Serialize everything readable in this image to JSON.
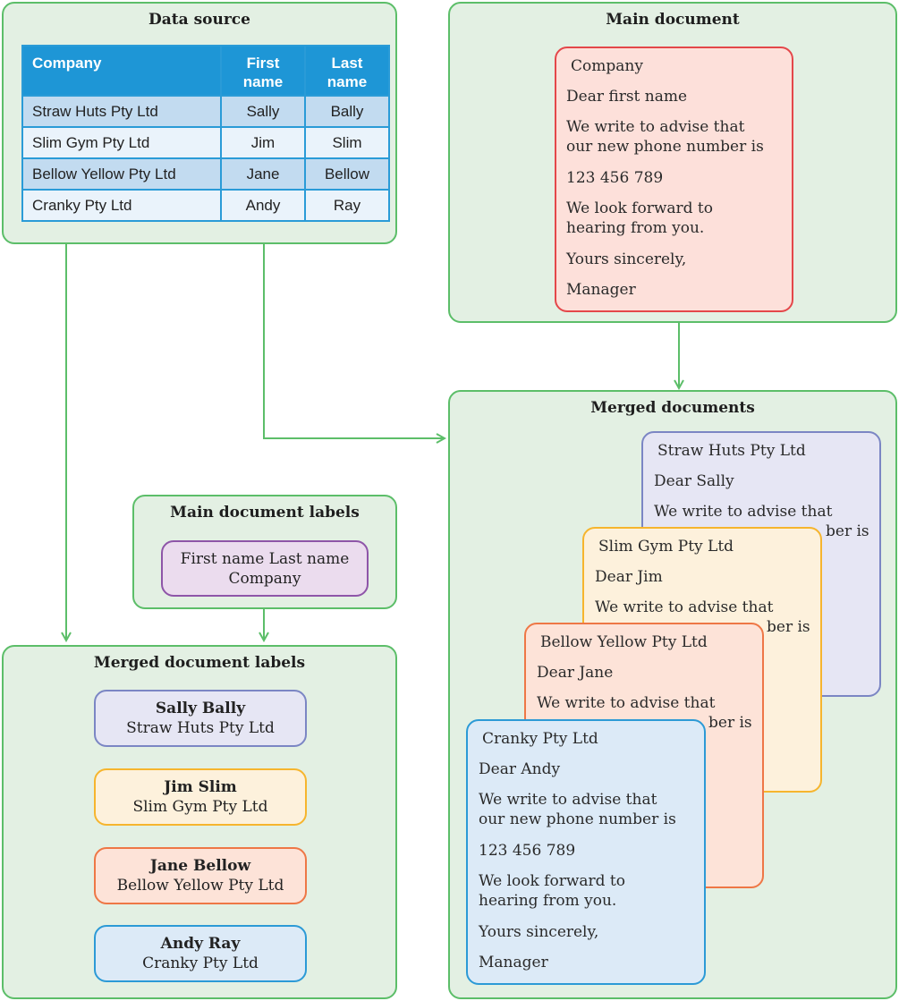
{
  "data_source": {
    "title": "Data source",
    "headers": [
      "Company",
      "First name",
      "Last name"
    ],
    "header_lines": [
      [
        "Company"
      ],
      [
        "First",
        "name"
      ],
      [
        "Last",
        "name"
      ]
    ],
    "rows": [
      [
        "Straw Huts Pty Ltd",
        "Sally",
        "Bally"
      ],
      [
        "Slim Gym Pty Ltd",
        "Jim",
        "Slim"
      ],
      [
        "Bellow Yellow Pty Ltd",
        "Jane",
        "Bellow"
      ],
      [
        "Cranky Pty Ltd",
        "Andy",
        "Ray"
      ]
    ]
  },
  "main_document": {
    "title": "Main document",
    "lines": [
      "Company",
      "Dear first name",
      "We write to advise that",
      "our new phone number is",
      "123 456 789",
      "We look forward to",
      "hearing from you.",
      "Yours sincerely,",
      "Manager"
    ]
  },
  "merged_documents": {
    "title": "Merged documents",
    "letters": [
      {
        "company": "Straw Huts Pty Ltd",
        "greeting": "Dear Sally",
        "body1": "We write to advise that",
        "body2_fragment": "ber is",
        "color": "#7b86c4",
        "bg": "#e6e6f4"
      },
      {
        "company": "Slim Gym Pty Ltd",
        "greeting": "Dear Jim",
        "body1": "We write to advise that",
        "body2_fragment": "ber is",
        "color": "#f6b52e",
        "bg": "#fdf1dc"
      },
      {
        "company": "Bellow Yellow Pty Ltd",
        "greeting": "Dear Jane",
        "body1": "We write to advise that",
        "body2_fragment": "ber is",
        "color": "#ee7746",
        "bg": "#fde3d8"
      },
      {
        "company": "Cranky Pty Ltd",
        "greeting": "Dear Andy",
        "body1": "We write to advise that",
        "body2": "our new phone number is",
        "phone": "123 456 789",
        "closing1": "We look forward to",
        "closing2": "hearing from you.",
        "signoff": "Yours sincerely,",
        "signature": "Manager",
        "color": "#2c9ad6",
        "bg": "#dceaf7"
      }
    ]
  },
  "main_document_labels": {
    "title": "Main document labels",
    "line1": "First name Last name",
    "line2": "Company"
  },
  "merged_document_labels": {
    "title": "Merged document labels",
    "labels": [
      {
        "name": "Sally Bally",
        "company": "Straw Huts Pty Ltd",
        "color": "#7b86c4",
        "bg": "#e6e6f4"
      },
      {
        "name": "Jim Slim",
        "company": "Slim Gym Pty Ltd",
        "color": "#f6b52e",
        "bg": "#fdf1dc"
      },
      {
        "name": "Jane Bellow",
        "company": "Bellow Yellow Pty Ltd",
        "color": "#ee7746",
        "bg": "#fde3d8"
      },
      {
        "name": "Andy Ray",
        "company": "Cranky Pty Ltd",
        "color": "#2c9ad6",
        "bg": "#dceaf7"
      }
    ]
  },
  "colors": {
    "panel_border": "#5cbe69",
    "panel_bg": "#e3f0e3",
    "main_doc_border": "#e4474a",
    "main_doc_bg": "#fde0da",
    "label_template_border": "#8e55a8",
    "label_template_bg": "#ebdcee",
    "table_header": "#1e96d6",
    "arrow": "#5cbe69"
  }
}
